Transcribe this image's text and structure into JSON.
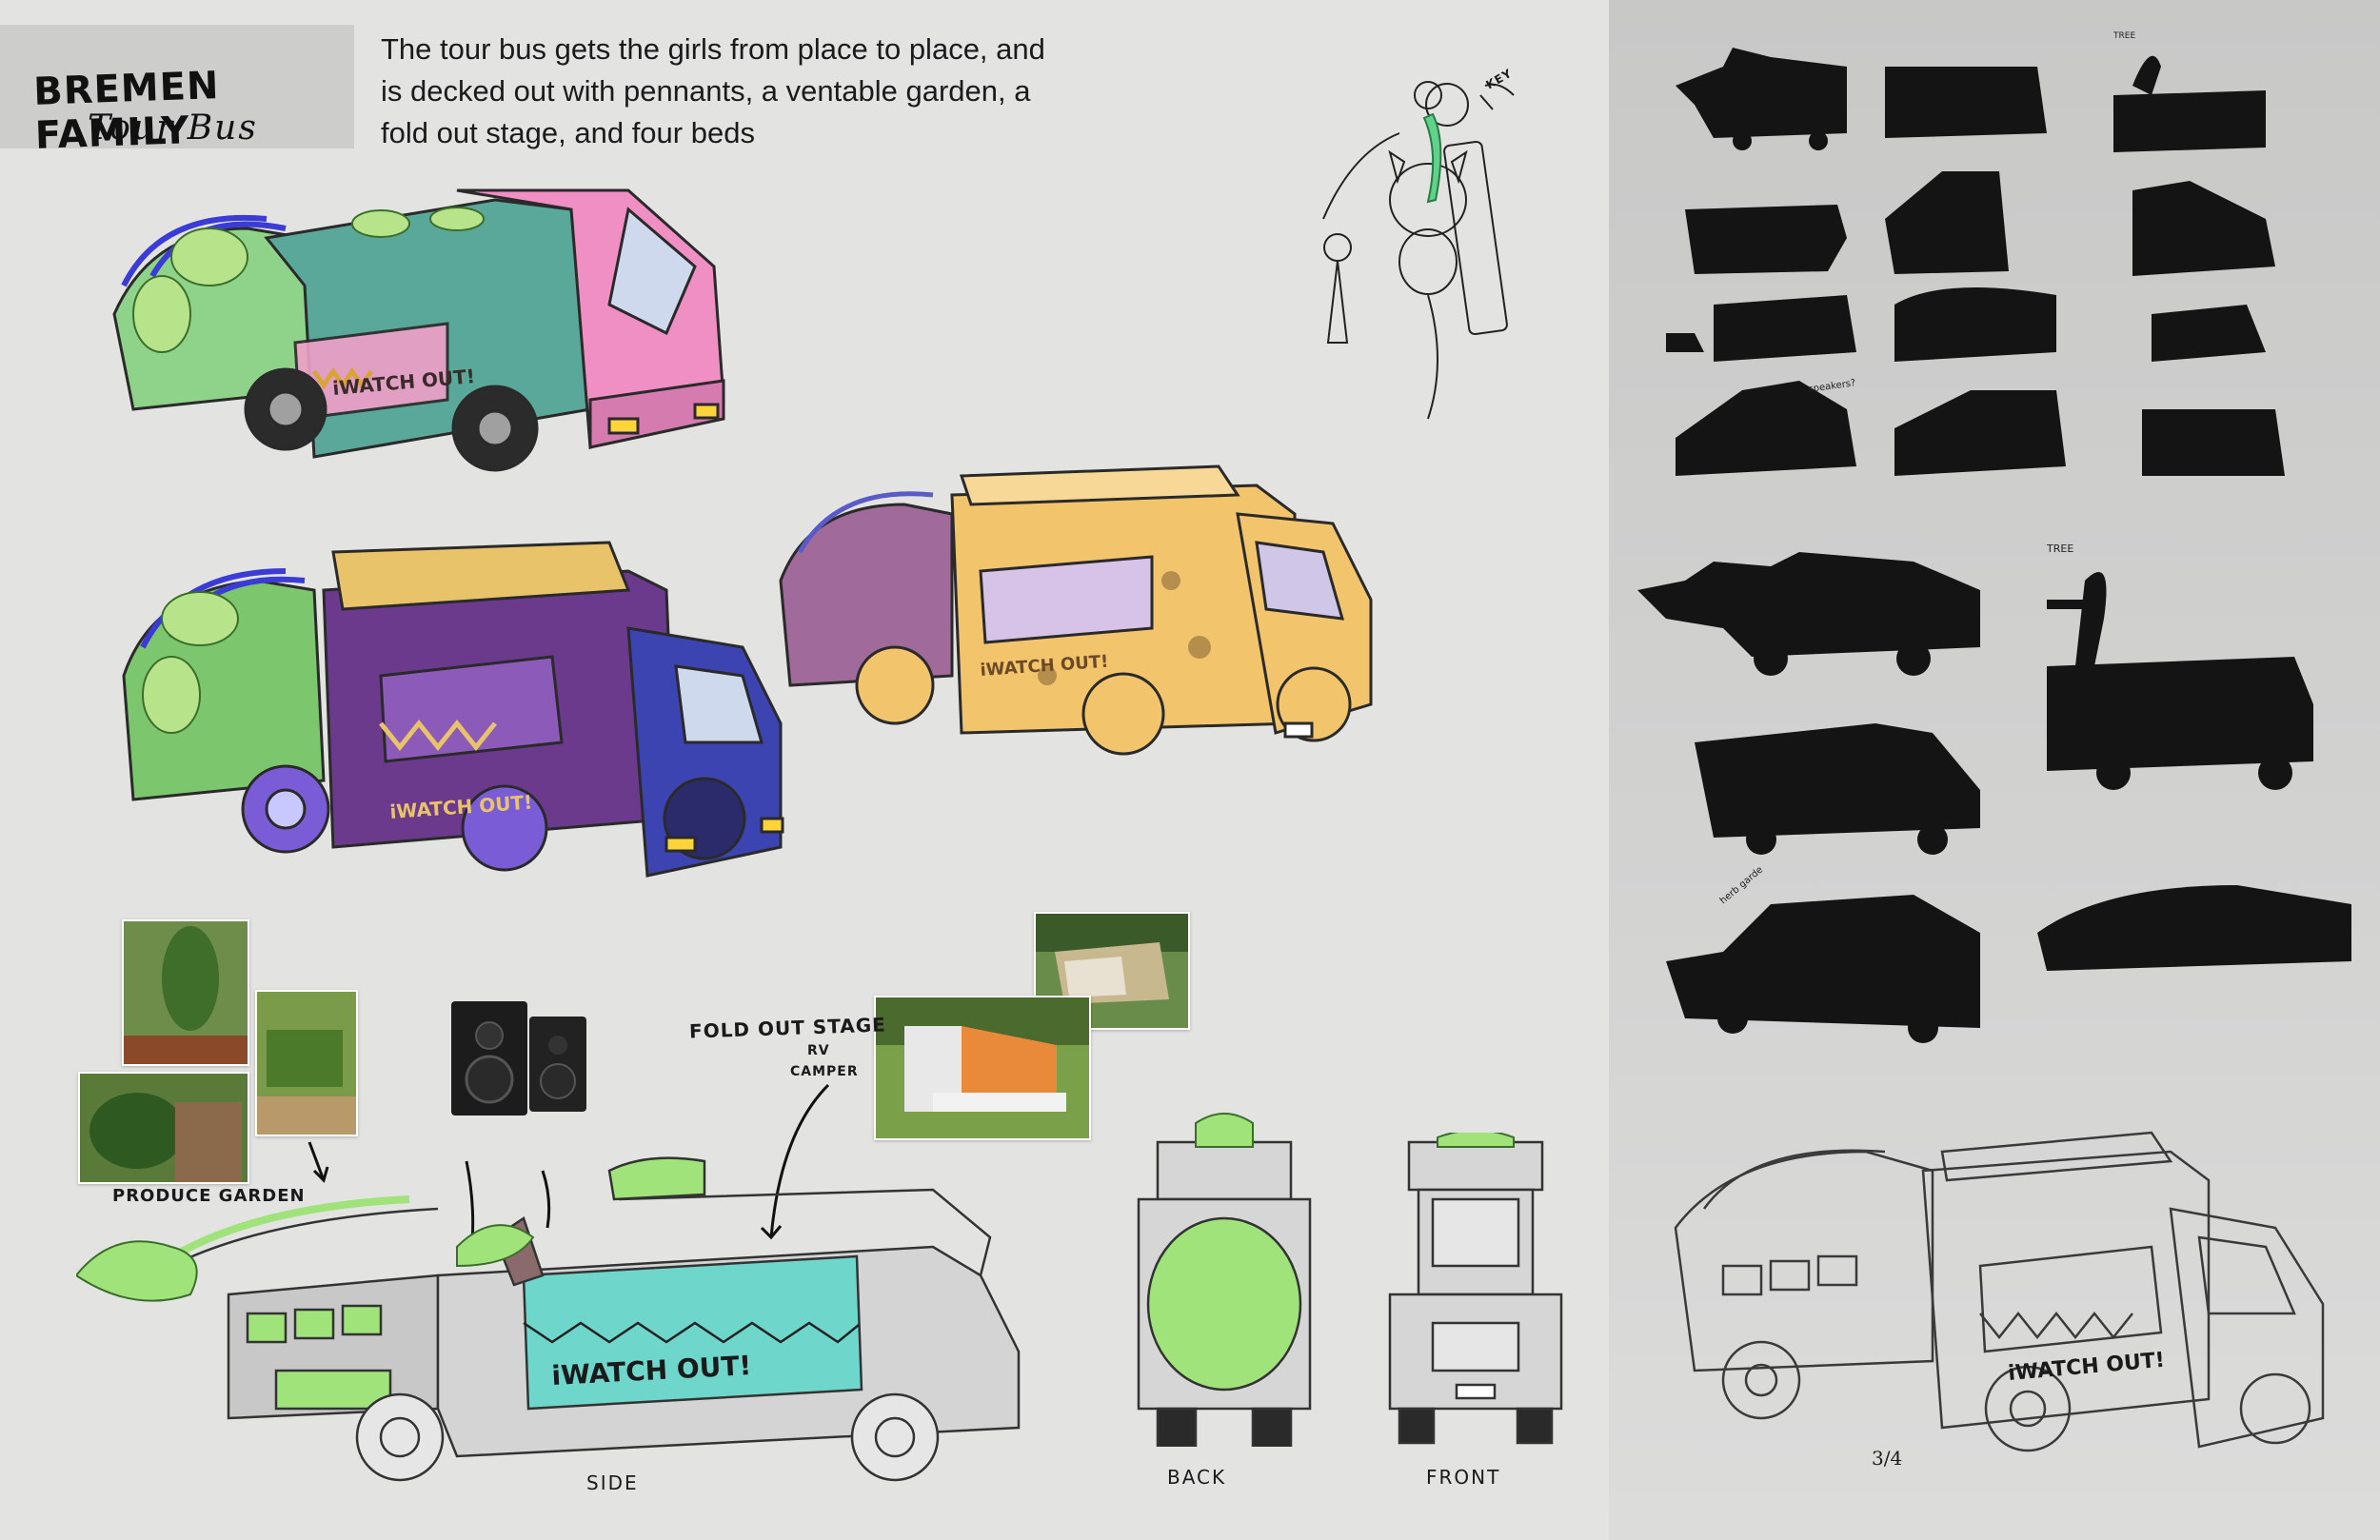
{
  "header": {
    "title_line1": "BREMEN FAMILY",
    "title_line2": "Tour Bus",
    "description": "The tour bus gets the girls from place to place, and is decked out with pennants, a ventable garden, a fold out stage, and four beds"
  },
  "annotations": {
    "key": "KEY",
    "fold_out_stage": "FOLD OUT STAGE",
    "rv_camper_1": "RV",
    "rv_camper_2": "CAMPER",
    "produce_garden": "PRODUCE GARDEN",
    "side": "SIDE",
    "back": "BACK",
    "front": "FRONT",
    "three_quarter": "3/4",
    "tree_1": "TREE",
    "tree_2": "TREE",
    "speakers": "speakers?",
    "herb_garden": "herb garde",
    "bus_sign": "iWATCH OUT!"
  },
  "colors": {
    "panel_left": "#e3e3e2",
    "panel_right": "#cdcdcc",
    "pink_cab": "#f08fc4",
    "teal_body": "#5aa89a",
    "blue_cab": "#3b44b0",
    "purple_body": "#6b3a8c",
    "yellow_body": "#f2c46b",
    "garden_green": "#9fe37a",
    "stage_cyan": "#6fd6cc",
    "silhouette": "#141414"
  }
}
